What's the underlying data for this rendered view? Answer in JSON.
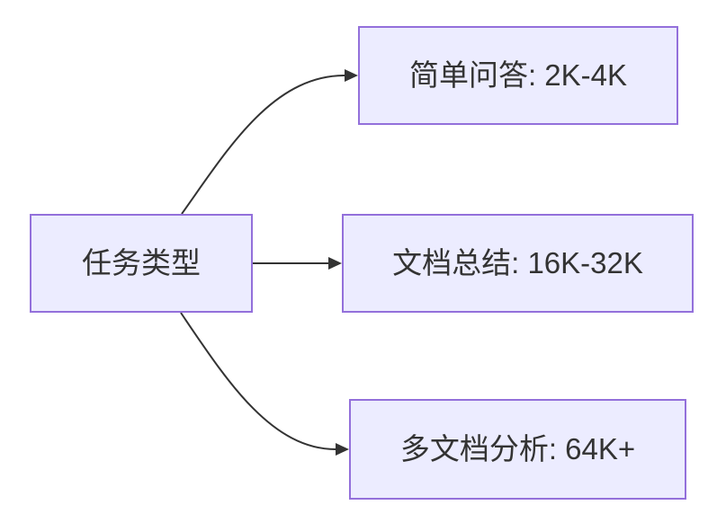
{
  "colors": {
    "background": "#ffffff",
    "node_fill": "#ececff",
    "node_border": "#9370db",
    "edge": "#333333",
    "text": "#333333"
  },
  "diagram": {
    "type": "flowchart",
    "direction": "left-to-right",
    "root": {
      "id": "root",
      "label": "任务类型"
    },
    "children": [
      {
        "id": "simple-qa",
        "label": "简单问答: 2K-4K"
      },
      {
        "id": "doc-summary",
        "label": "文档总结: 16K-32K"
      },
      {
        "id": "multi-doc-analysis",
        "label": "多文档分析: 64K+"
      }
    ],
    "edges": [
      {
        "from": "root",
        "to": "simple-qa"
      },
      {
        "from": "root",
        "to": "doc-summary"
      },
      {
        "from": "root",
        "to": "multi-doc-analysis"
      }
    ]
  }
}
